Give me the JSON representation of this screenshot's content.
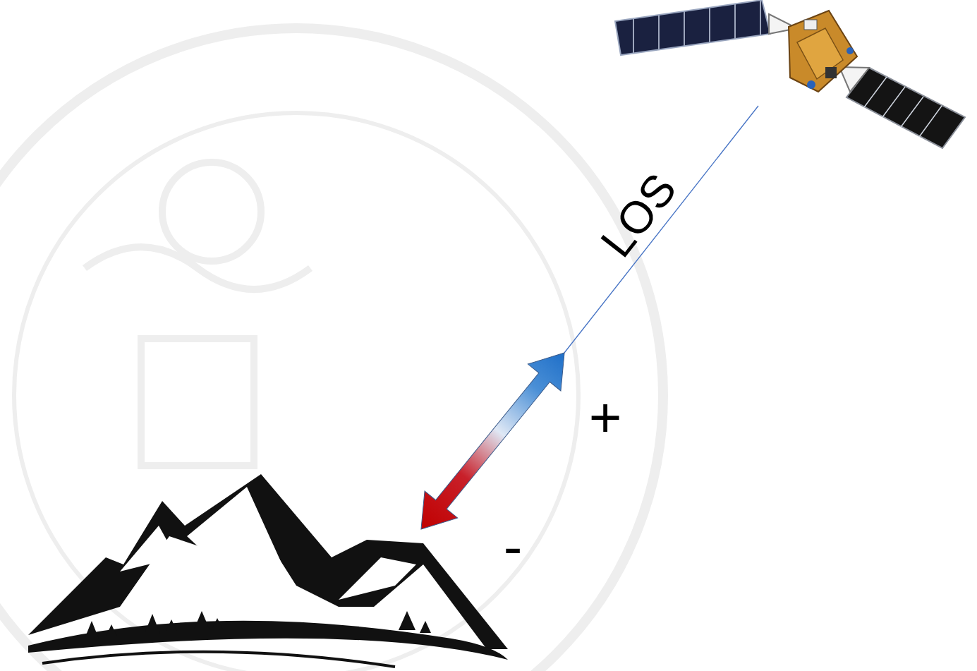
{
  "diagram": {
    "labels": [
      "LOS",
      "+",
      "-"
    ]
  }
}
